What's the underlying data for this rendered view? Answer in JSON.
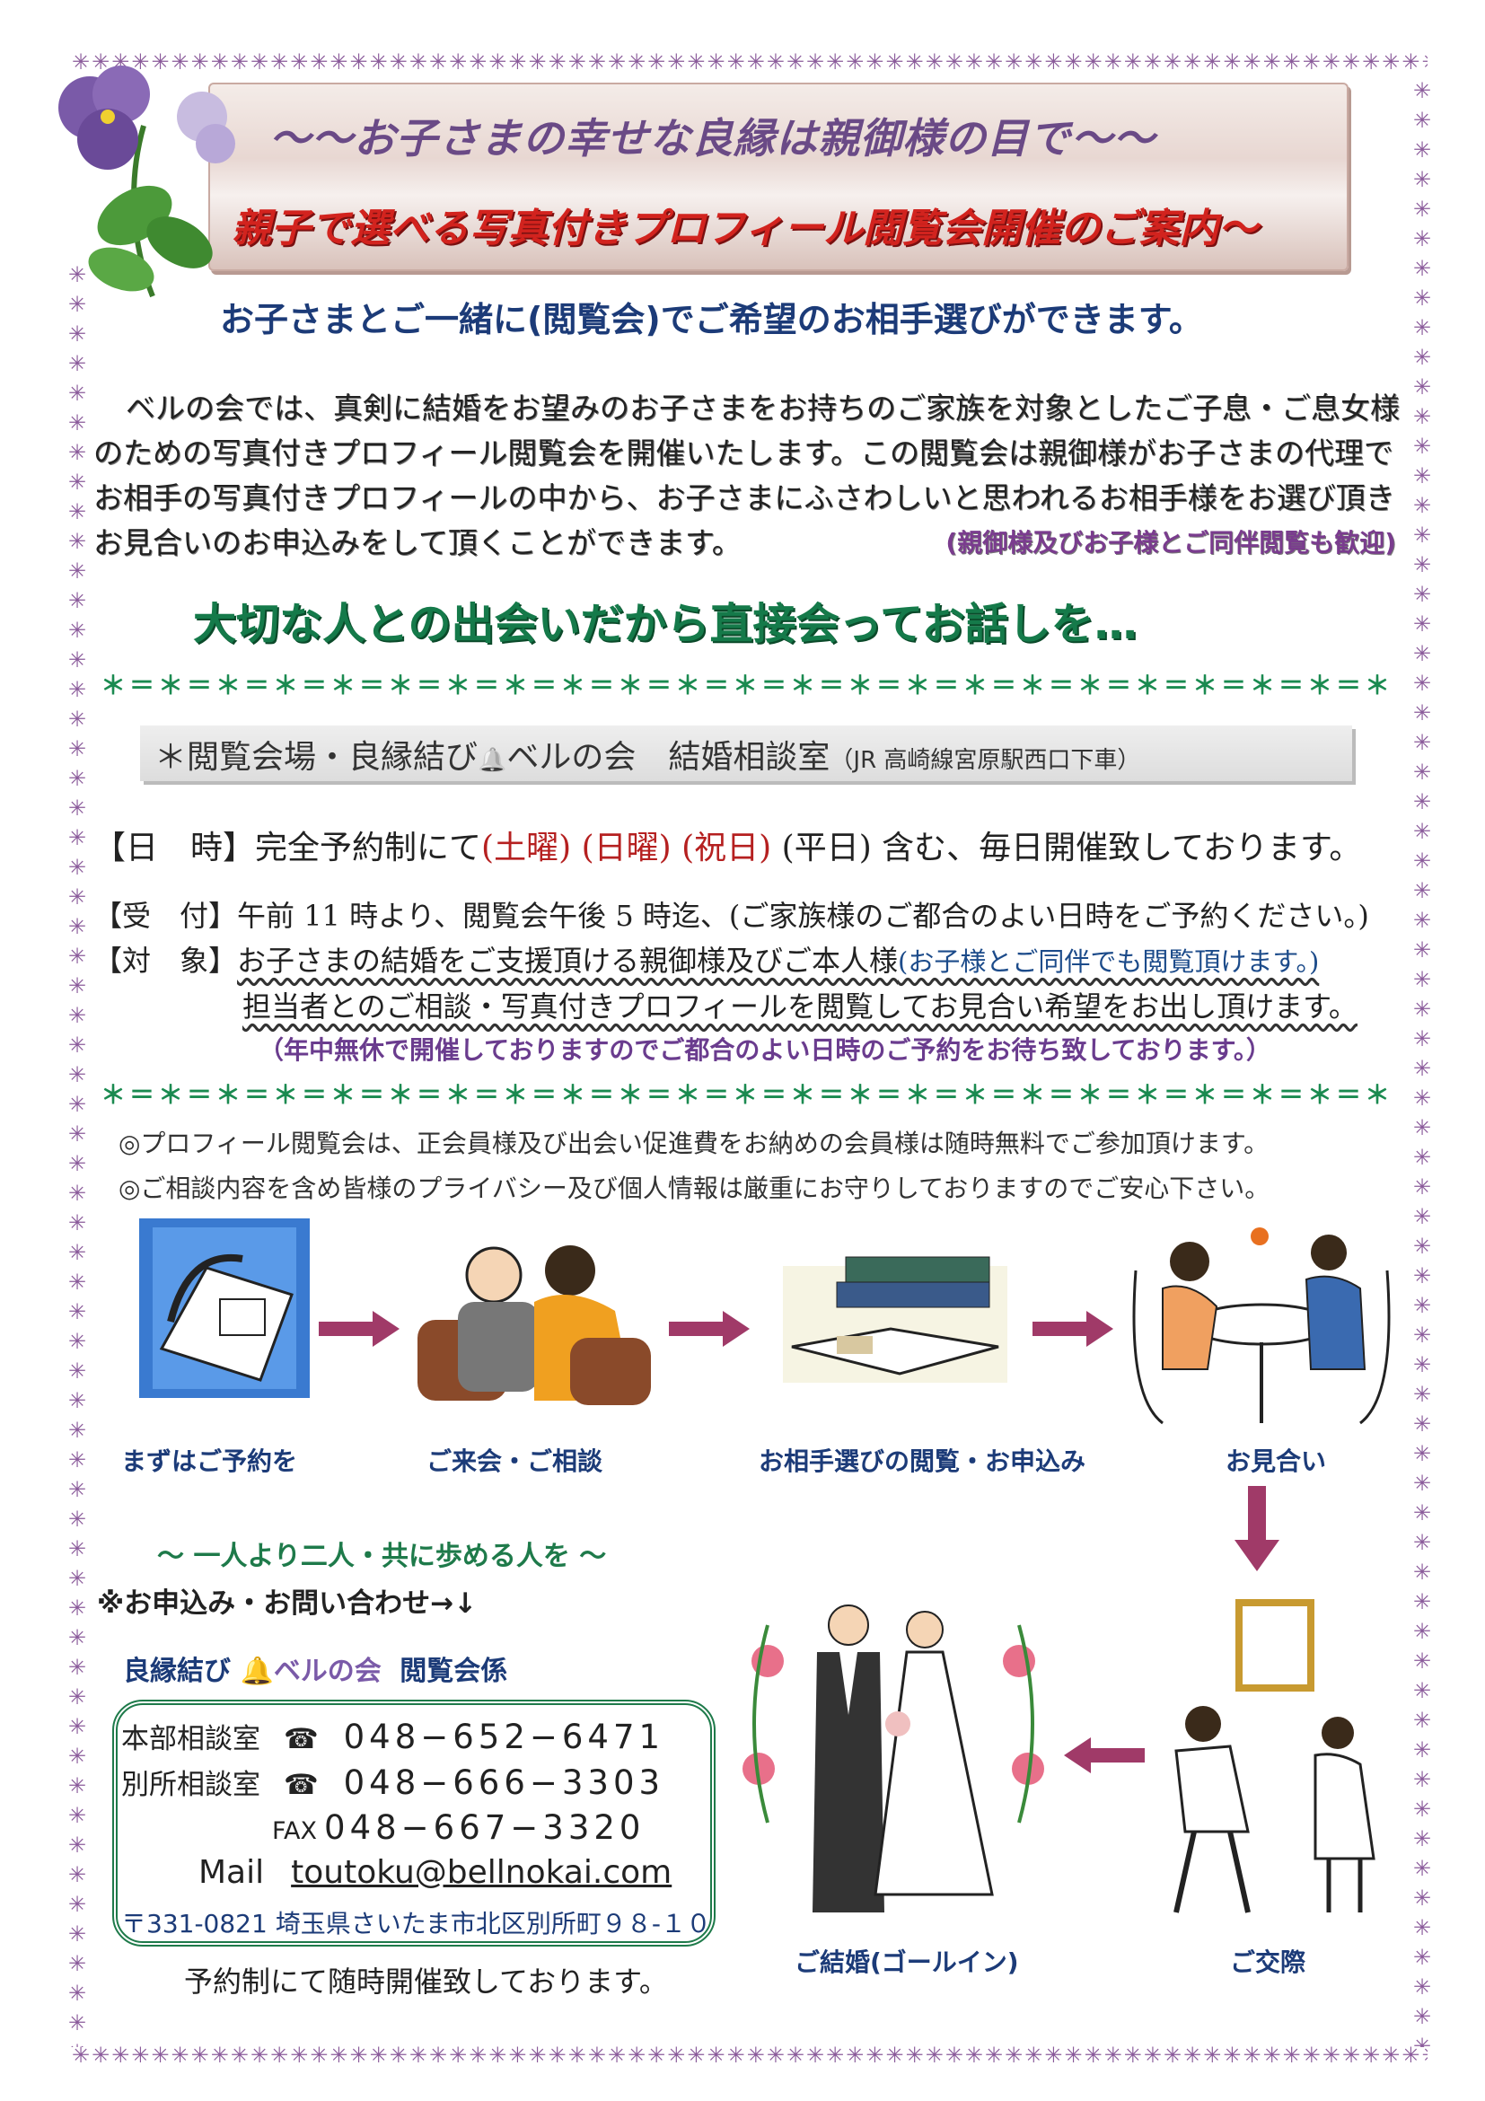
{
  "header": {
    "title1": "～～お子さまの幸せな良縁は親御様の目で～～",
    "title2": "親子で選べる写真付きプロフィール閲覧会開催のご案内～",
    "subtitle": "お子さまとご一緒に(閲覧会)でご希望のお相手選びができます。"
  },
  "intro": {
    "lines": [
      "ベルの会では、真剣に結婚をお望みのお子さまをお持ちのご家族を対象としたご子息・ご息女様",
      "のための写真付きプロフィール閲覧会を開催いたします。この閲覧会は親御様がお子さまの代理で",
      "お相手の写真付きプロフィールの中から、お子さまにふさわしいと思われるお相手様をお選び頂き",
      "お見合いのお申込みをして頂くことができます。"
    ],
    "note": "(親御様及びお子様とご同伴閲覧も歓迎)"
  },
  "catch": "大切な人との出会いだから直接会ってお話しを…",
  "divider": "＊＝＊＝＊＝＊＝＊＝＊＝＊＝＊＝＊＝＊＝＊＝＊＝＊＝＊＝＊＝＊＝＊＝＊＝＊＝＊＝＊＝＊＝＊",
  "venue": {
    "main": "＊閲覧会場・良縁結び",
    "bell": "🔔",
    "name": "ベルの会　結婚相談室",
    "access": "（JR 高崎線宮原駅西口下車）"
  },
  "details": {
    "date_label": "【日　時】",
    "date_pre": "完全予約制にて",
    "date_red": "(土曜) (日曜) (祝日)",
    "date_post": " (平日) 含む、毎日開催致しております。",
    "reception_label": "【受　付】",
    "reception": "午前 11 時より、閲覧会午後 5 時迄、(ご家族様のご都合のよい日時をご予約ください。)",
    "target_label": "【対　象】",
    "target1": "お子さまの結婚をご支援頂ける親御様及びご本人様",
    "target1_note": "(お子様とご同伴でも閲覧頂けます。)",
    "target2": "担当者とのご相談・写真付きプロフィールを閲覧してお見合い希望をお出し頂けます。",
    "open_note": "（年中無休で開催しておりますのでご都合のよい日時のご予約をお待ち致しております。）"
  },
  "notes": [
    "◎プロフィール閲覧会は、正会員様及び出会い促進費をお納めの会員様は随時無料でご参加頂けます。",
    "◎ご相談内容を含め皆様のプライバシー及び個人情報は厳重にお守りしておりますのでご安心下さい。"
  ],
  "steps": [
    "まずはご予約を",
    "ご来会・ご相談",
    "お相手選びの閲覧・お申込み",
    "お見合い",
    "ご交際",
    "ご結婚(ゴールイン)"
  ],
  "slogan": "～ 一人より二人・共に歩める人を ～",
  "inquiry": "※お申込み・お問い合わせ→↓",
  "contact": {
    "dept_pre": "良縁結び",
    "dept_name": "ベルの会",
    "dept_post": "閲覧会係",
    "rows": [
      {
        "label": "本部相談室",
        "tel": "048−652−6471"
      },
      {
        "label": "別所相談室",
        "tel": "048−666−3303"
      }
    ],
    "phone_glyph": "☎",
    "fax_label": "FAX",
    "fax": "048−667−3320",
    "mail_label": "Mail",
    "mail": "toutoku@bellnokai.com",
    "address": "〒331-0821 埼玉県さいたま市北区別所町９８-１０"
  },
  "footer": "予約制にて随時開催致しております。",
  "colors": {
    "border": "#8a5a9a",
    "green": "#1e7a4a",
    "navy": "#1c3b78",
    "red": "#d2231e"
  }
}
